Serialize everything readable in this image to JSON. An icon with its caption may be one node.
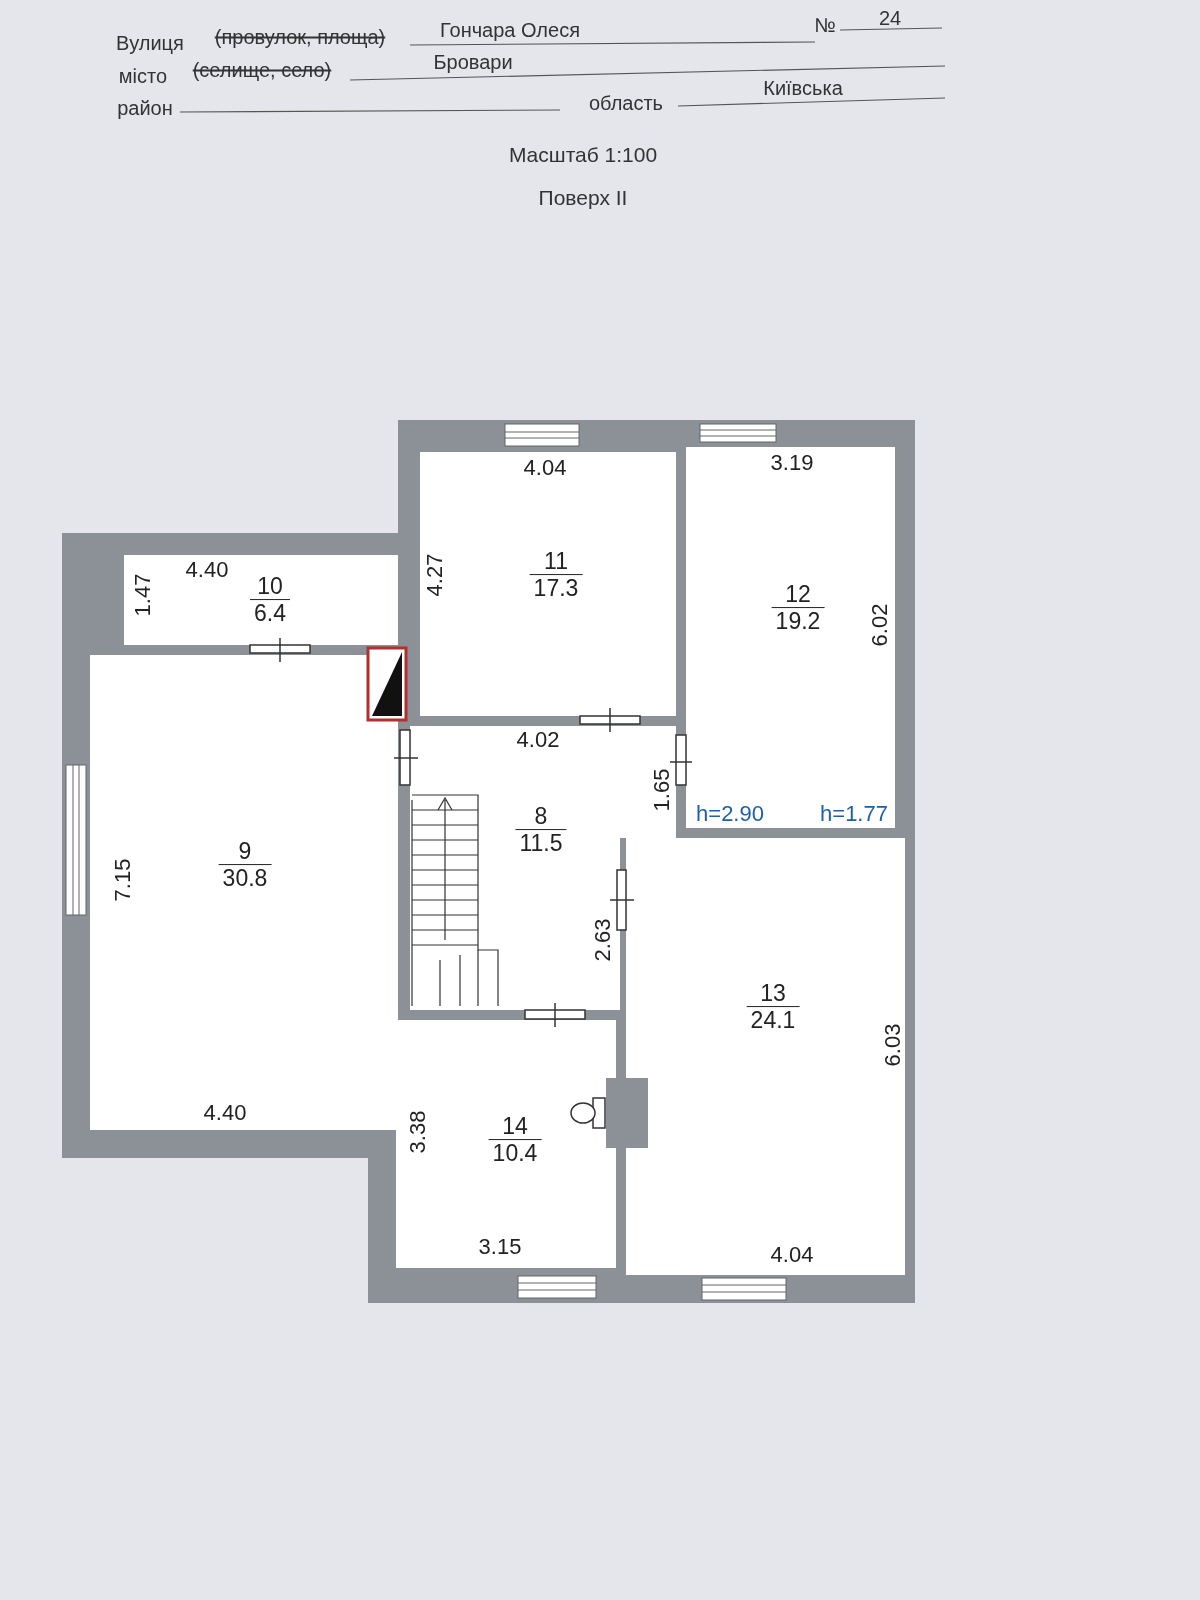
{
  "diagram": {
    "title": "Поверх II",
    "nodes": [
      {
        "text": [
          "11",
          "17.3"
        ]
      },
      {
        "text": [
          "12",
          "19.2"
        ]
      },
      {
        "text": [
          "10",
          "6.4"
        ]
      },
      {
        "text": [
          "9",
          "30.8"
        ]
      },
      {
        "text": [
          "8",
          "11.5"
        ]
      },
      {
        "text": [
          "13",
          "24.1"
        ]
      },
      {
        "text": [
          "14",
          "10.4"
        ]
      }
    ],
    "labels": [
      "Вулиця",
      "(провулок, площа)",
      "Гончара Олеся",
      "№",
      "24",
      "місто",
      "(селище, село)",
      "Бровари",
      "район",
      "область",
      "Київська",
      "Масштаб 1:100",
      "4.04",
      "3.19",
      "4.40",
      "1.47",
      "4.27",
      "6.02",
      "4.02",
      "1.65",
      "h=2.90",
      "h=1.77",
      "7.15",
      "2.63",
      "6.03",
      "4.40",
      "3.38",
      "3.15",
      "4.04"
    ]
  }
}
